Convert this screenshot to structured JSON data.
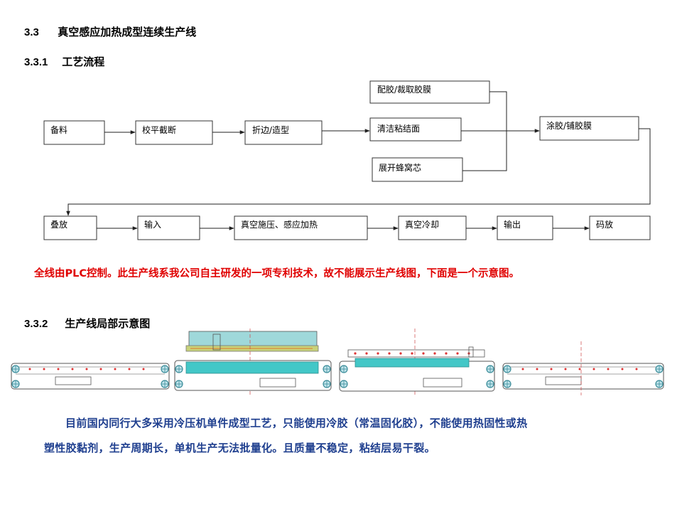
{
  "section": {
    "number": "3.3",
    "title": "真空感应加热成型连续生产线"
  },
  "subsection_flow": {
    "number": "3.3.1",
    "title": "工艺流程"
  },
  "flow": {
    "row1": [
      "备料",
      "校平截断",
      "折边/造型"
    ],
    "branch": [
      "配胶/裁取胶膜",
      "清洁粘结面",
      "展开蜂窝芯"
    ],
    "merge": "涂胶/铺胶膜",
    "row2": [
      "叠放",
      "输入",
      "真空施压、感应加热",
      "真空冷却",
      "输出",
      "码放"
    ]
  },
  "notice": "全线由PLC控制。此生产线系我公司自主研发的一项专利技术，故不能展示生产线图，下面是一个示意图。",
  "subsection_diagram": {
    "number": "3.3.2",
    "title": "生产线局部示意图"
  },
  "paragraph": {
    "line1": "目前国内同行大多采用冷压机单件成型工艺，只能使用冷胶（常温固化胶），不能使用热固性或热",
    "line2": "塑性胶黏剂，生产周期长，单机生产无法批量化。且质量不稳定，粘结层易干裂。"
  },
  "colors": {
    "notice": "#e00000",
    "paragraph": "#1f3f8f",
    "roller": "#5aa9b5",
    "panel_fill": "#43c7c7",
    "panel_top": "#c8d27a"
  }
}
